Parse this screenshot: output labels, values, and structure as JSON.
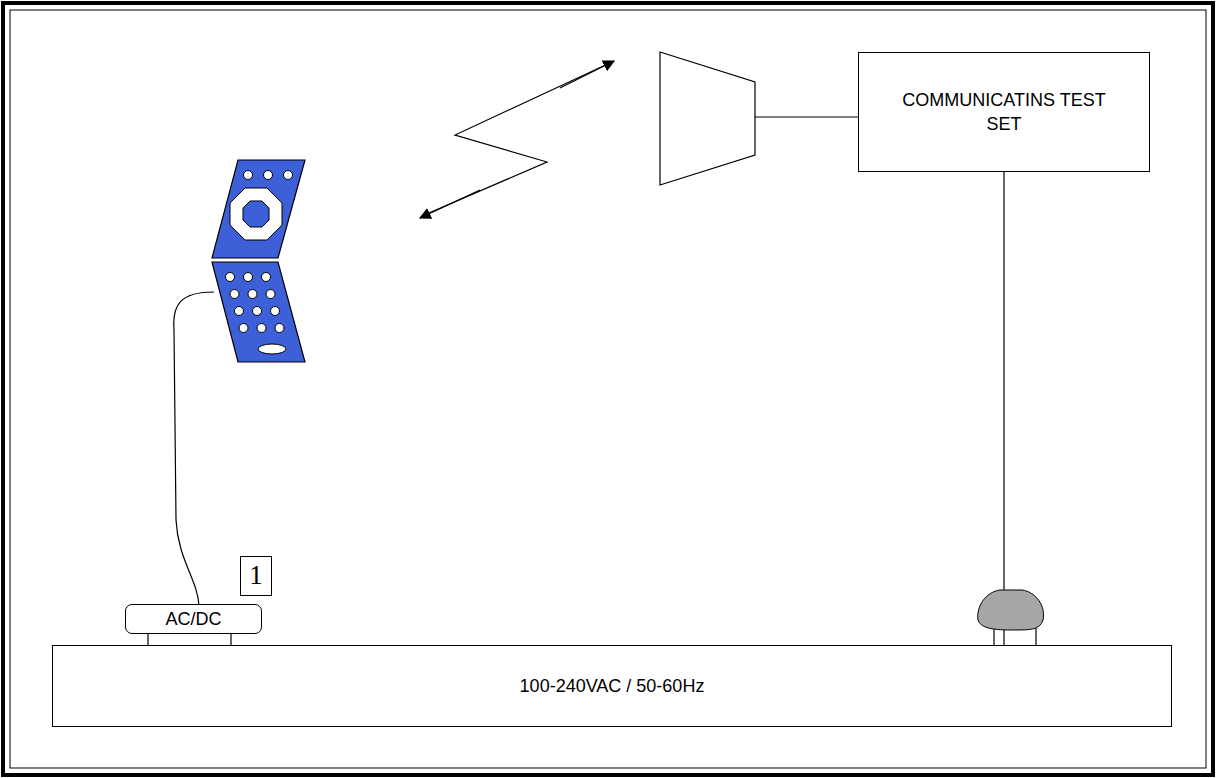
{
  "diagram": {
    "nodes": [
      {
        "text": [
          "COMMUNICATINS TEST SET"
        ]
      },
      {
        "text": [
          "1"
        ]
      },
      {
        "text": [
          "AC/DC"
        ]
      },
      {
        "text": [
          "100-240VAC / 50-60Hz"
        ]
      }
    ],
    "edges": [
      {
        "from": 0,
        "to": 3,
        "arrow": "none"
      }
    ]
  }
}
